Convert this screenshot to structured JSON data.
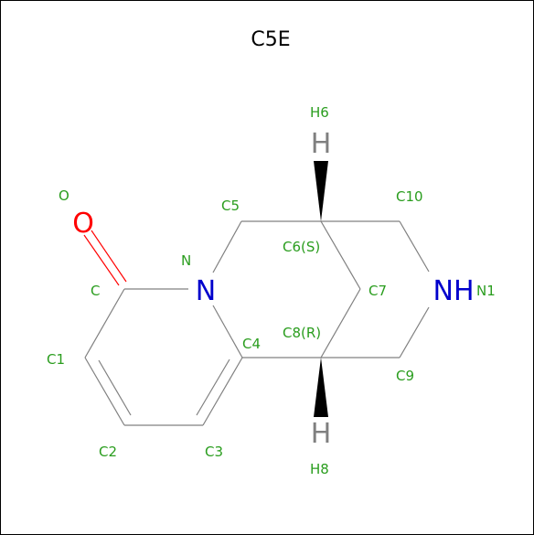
{
  "title": "C5E",
  "atoms": {
    "O_big": "O",
    "N_big": "N",
    "NH_big": "NH",
    "H6_big": "H",
    "H8_big": "H"
  },
  "labels": {
    "O": "O",
    "C": "C",
    "N": "N",
    "C1": "C1",
    "C2": "C2",
    "C3": "C3",
    "C4": "C4",
    "C5": "C5",
    "C6": "C6(S)",
    "C7": "C7",
    "C8": "C8(R)",
    "C9": "C9",
    "C10": "C10",
    "N1": "N1",
    "H6": "H6",
    "H8": "H8"
  },
  "colors": {
    "label": "#2a9d1e",
    "oxygen": "#ff0000",
    "nitrogen": "#0000cc",
    "hydrogen": "#808080",
    "carbon_bond": "#808080"
  }
}
